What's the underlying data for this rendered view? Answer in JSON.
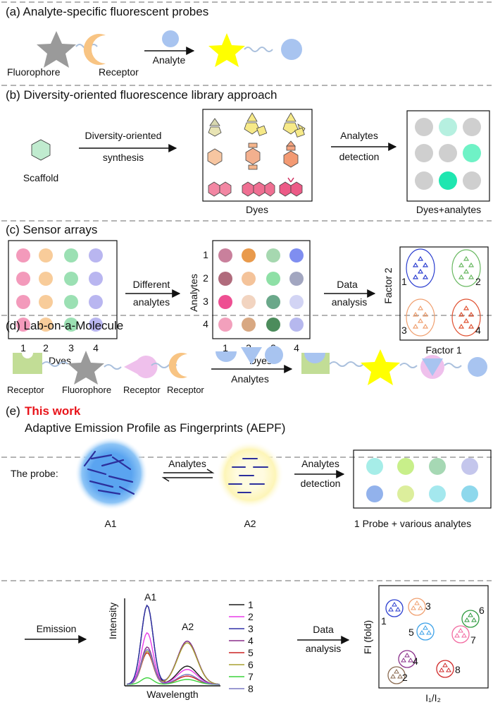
{
  "panels": {
    "a": {
      "title": "(a) Analyte-specific fluorescent probes",
      "fluorophore": "Fluorophore",
      "receptor": "Receptor",
      "arrow": "Analyte"
    },
    "b": {
      "title": "(b) Diversity-oriented fluorescence library approach",
      "scaffold": "Scaffold",
      "arrow_line1": "Diversity-oriented",
      "arrow_line2": "synthesis",
      "dyes": "Dyes",
      "arrow2_line1": "Analytes",
      "arrow2_line2": "detection",
      "result": "Dyes+analytes"
    },
    "c": {
      "title": "(c) Sensor arrays",
      "dyes": "Dyes",
      "cols": [
        "1",
        "2",
        "3",
        "4"
      ],
      "rows": [
        "1",
        "2",
        "3",
        "4"
      ],
      "arrow1_line1": "Different",
      "arrow1_line2": "analytes",
      "analytes": "Analytes",
      "arrow2_line1": "Data",
      "arrow2_line2": "analysis",
      "factor1": "Factor 1",
      "factor2": "Factor 2",
      "clusters": [
        "1",
        "2",
        "3",
        "4"
      ]
    },
    "d": {
      "title": "(d) Lab-on-a-Molecule",
      "receptor1": "Receptor",
      "fluorophore": "Fluorophore",
      "receptor2": "Receptor",
      "receptor3": "Receptor",
      "arrow": "Analytes"
    },
    "e": {
      "label": "(e)",
      "highlight": "This work",
      "subtitle": "Adaptive Emission Profile as Fingerprints (AEPF)",
      "probe": "The probe:",
      "a1": "A1",
      "a2": "A2",
      "equilibrium": "Analytes",
      "arrow_line1": "Analytes",
      "arrow_line2": "detection",
      "result": "1 Probe + various analytes",
      "emission": "Emission",
      "spec_a1": "A1",
      "spec_a2": "A2",
      "ylabel": "Intensity",
      "xlabel": "Wavelength",
      "legend": [
        "1",
        "2",
        "3",
        "4",
        "5",
        "6",
        "7",
        "8"
      ],
      "data_line1": "Data",
      "data_line2": "analysis",
      "fi": "FI (fold)",
      "ratio": "I₁/I₂",
      "groups": [
        "1",
        "2",
        "3",
        "4",
        "5",
        "6",
        "7",
        "8"
      ]
    }
  },
  "colors": {
    "series": [
      "#1a1a1a",
      "#e83ce8",
      "#3030a8",
      "#8a2f8a",
      "#cc2424",
      "#a8a030",
      "#3cd43c",
      "#7a78c4"
    ]
  }
}
